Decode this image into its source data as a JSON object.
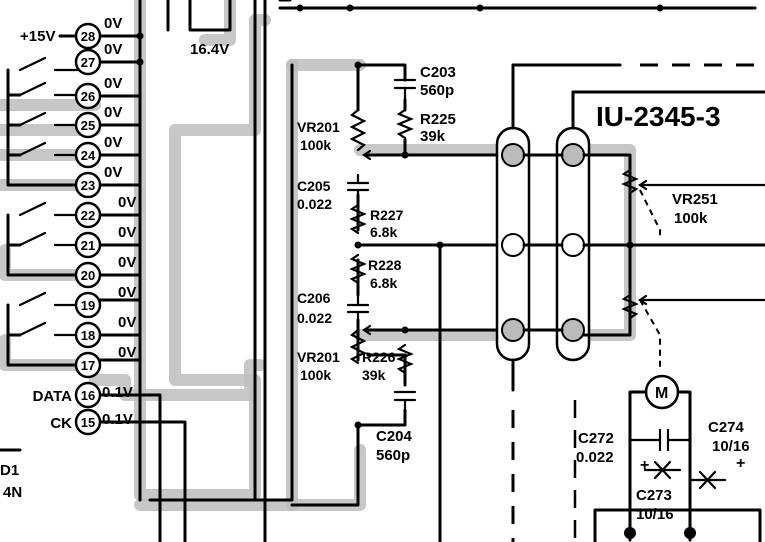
{
  "supply": {
    "label": "+15V"
  },
  "connector_pins": [
    {
      "num": "28",
      "volt": "0V"
    },
    {
      "num": "27",
      "volt": "0V"
    },
    {
      "num": "26",
      "volt": "0V"
    },
    {
      "num": "25",
      "volt": "0V"
    },
    {
      "num": "24",
      "volt": "0V"
    },
    {
      "num": "23",
      "volt": "0V"
    },
    {
      "num": "22",
      "volt": "0V"
    },
    {
      "num": "21",
      "volt": "0V"
    },
    {
      "num": "20",
      "volt": "0V"
    },
    {
      "num": "19",
      "volt": "0V"
    },
    {
      "num": "18",
      "volt": "0V"
    },
    {
      "num": "17",
      "volt": "0V"
    },
    {
      "num": "16",
      "volt": "0.1V",
      "signal": "DATA"
    },
    {
      "num": "15",
      "volt": "0.1V",
      "signal": "CK"
    }
  ],
  "top_voltage": "16.4V",
  "module": {
    "name": "IU-2345-3"
  },
  "components": {
    "c203": {
      "ref": "C203",
      "value": "560p"
    },
    "r225": {
      "ref": "R225",
      "value": "39k"
    },
    "vr201a": {
      "ref": "VR201",
      "value": "100k"
    },
    "c205": {
      "ref": "C205",
      "value": "0.022"
    },
    "r227": {
      "ref": "R227",
      "value": "6.8k"
    },
    "r228": {
      "ref": "R228",
      "value": "6.8k"
    },
    "c206": {
      "ref": "C206",
      "value": "0.022"
    },
    "vr201b": {
      "ref": "VR201",
      "value": "100k"
    },
    "r226": {
      "ref": "R226",
      "value": "39k"
    },
    "c204": {
      "ref": "C204",
      "value": "560p"
    },
    "vr251": {
      "ref": "VR251",
      "value": "100k"
    },
    "c272": {
      "ref": "C272",
      "value": "0.022"
    },
    "c274": {
      "ref": "C274",
      "value": "10/16"
    },
    "c273": {
      "ref": "C273",
      "value": "10/16"
    },
    "motor": {
      "symbol": "M"
    }
  },
  "partial_labels": {
    "left_a": "D1",
    "left_b": "4N"
  }
}
